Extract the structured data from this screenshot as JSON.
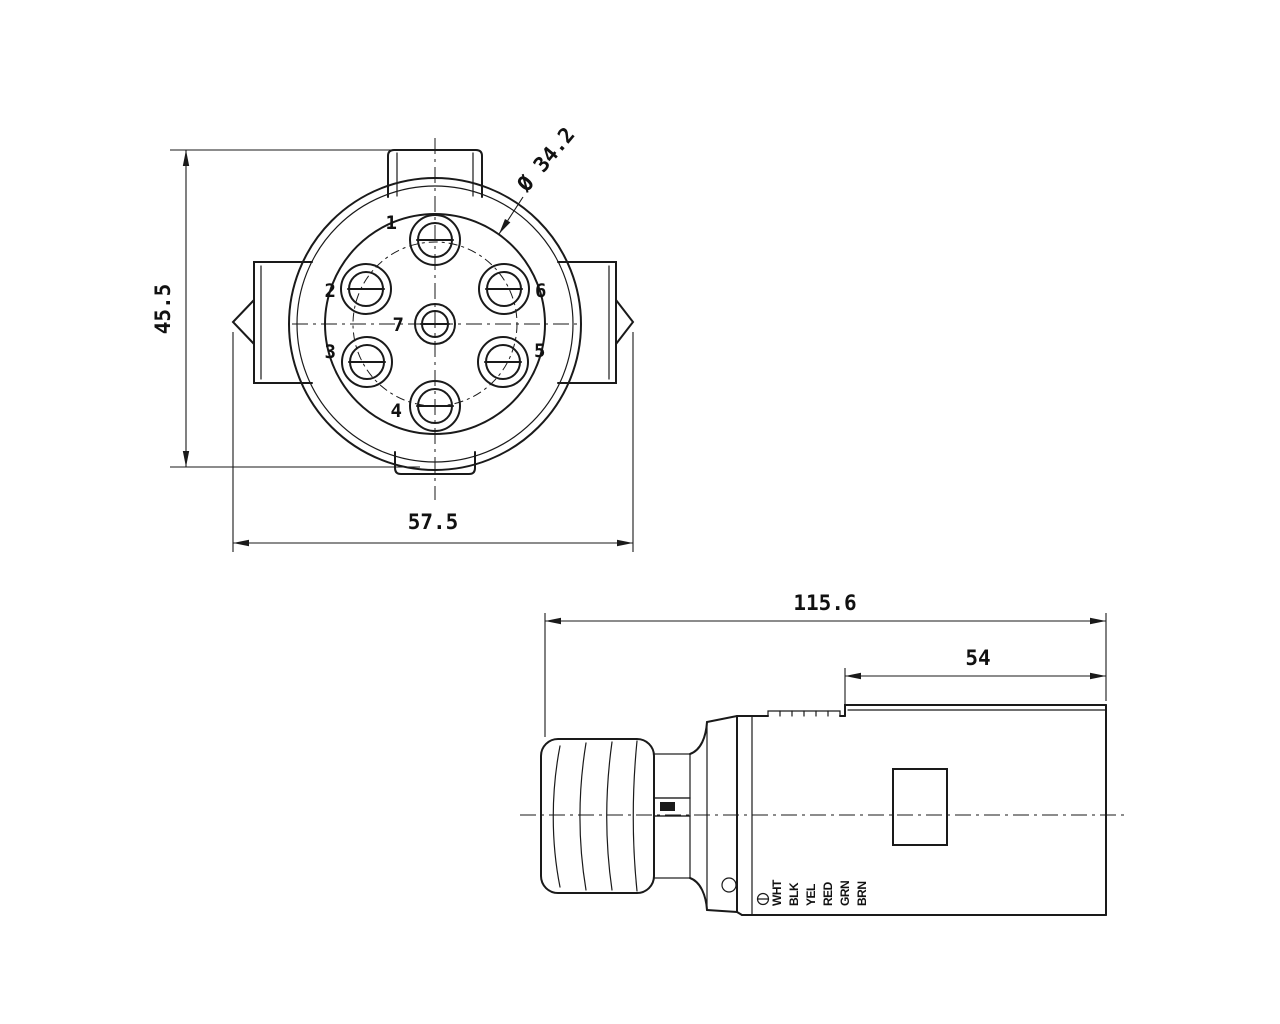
{
  "colors": {
    "line": "#1a1a1a",
    "background": "#ffffff"
  },
  "drawing": {
    "front_view": {
      "diameter_label": "Ø 34.2",
      "height_label": "45.5",
      "width_label": "57.5",
      "pins": [
        {
          "label": "1"
        },
        {
          "label": "2"
        },
        {
          "label": "3"
        },
        {
          "label": "4"
        },
        {
          "label": "5"
        },
        {
          "label": "6"
        },
        {
          "label": "7"
        }
      ]
    },
    "side_view": {
      "total_length_label": "115.6",
      "upper_length_label": "54",
      "wire_labels": [
        "WHT",
        "BLK",
        "YEL",
        "RED",
        "GRN",
        "BRN"
      ]
    }
  }
}
